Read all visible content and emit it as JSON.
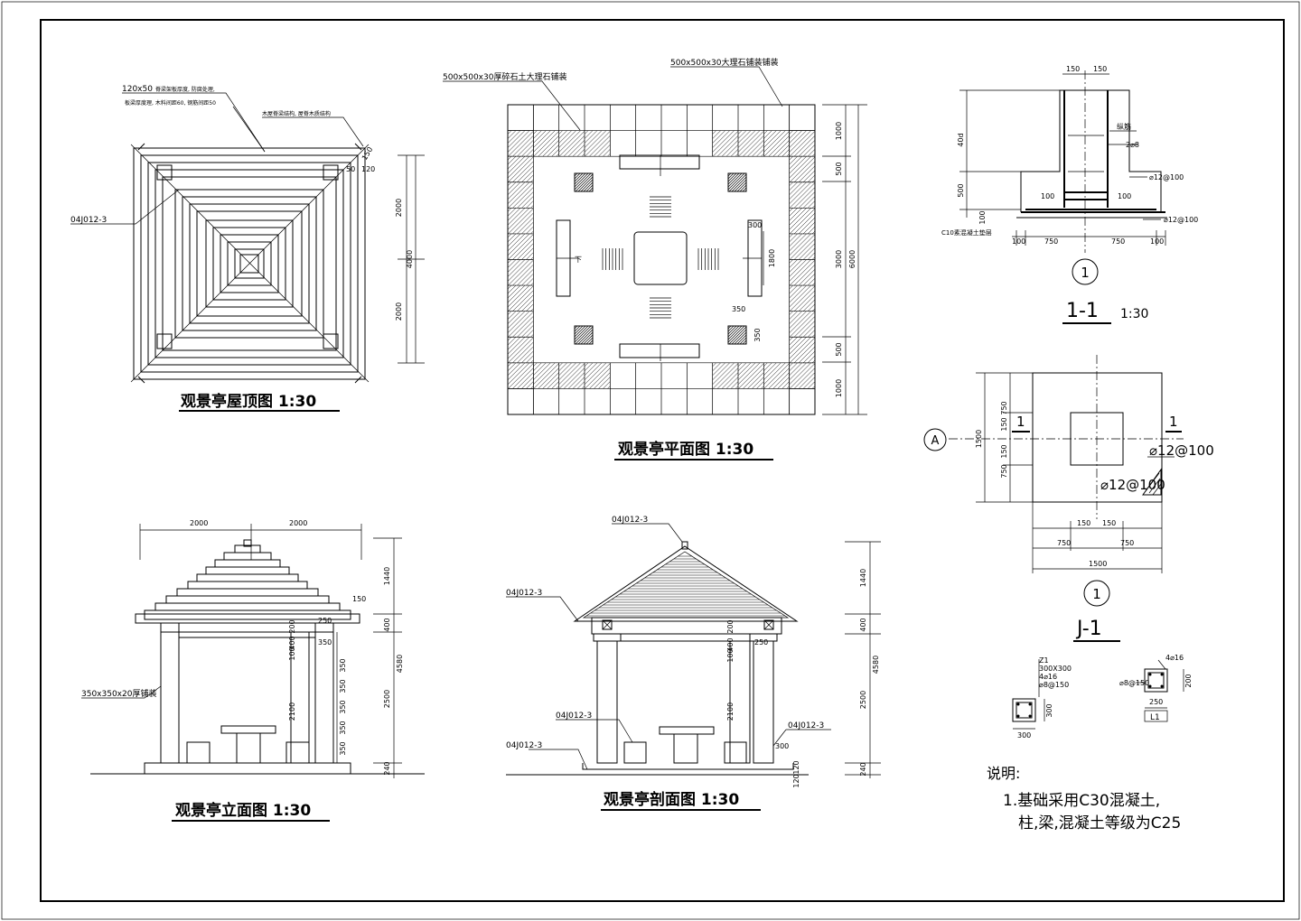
{
  "titles": {
    "roof": "观景亭屋顶图 1:30",
    "plan": "观景亭平面图 1:30",
    "elevation": "观景亭立面图 1:30",
    "section": "观景亭剖面图 1:30",
    "sec11": "1-1",
    "sec11_scale": "1:30",
    "j1": "J-1"
  },
  "roof": {
    "note1": "120x50",
    "note1b": "脊梁架板厚度, 防腐处理,",
    "note2": "板梁厚度理, 木料间距60, 钢筋间距50",
    "note3": "木屋脊梁结构, 屋脊木质结构",
    "ref": "04J012-3",
    "dims_v": [
      "2000",
      "4000",
      "2000"
    ],
    "dim_50": "50",
    "dim_120": "120",
    "dim_150": "150"
  },
  "plan": {
    "note_left": "500x500x30厚碎石土大理石铺装",
    "note_right": "500x500x30大理石铺装铺装",
    "dims_v": [
      "1000",
      "500",
      "3000",
      "6000",
      "500",
      "1000"
    ],
    "dim_300": "300",
    "dim_1800": "1800",
    "dim_350a": "350",
    "dim_350b": "350",
    "arrow_down": "下"
  },
  "section11": {
    "dims_top": [
      "150",
      "150"
    ],
    "dim_40d": "40d",
    "dim_500": "500",
    "dim_100": "100",
    "rebar1": "纵筋",
    "rebar2": "2⌀8",
    "rebar3": "⌀12@100",
    "rebar4": "⌀12@100",
    "d100a": "100",
    "d100b": "100",
    "base_note": "C10素混凝土垫层",
    "dims_bottom": [
      "100",
      "750",
      "750",
      "100"
    ],
    "circle": "1"
  },
  "j1": {
    "axis": "A",
    "dims_left": [
      "750",
      "150",
      "150",
      "750"
    ],
    "dim_1500v": "1500",
    "cut_l": "1",
    "cut_r": "1",
    "rebar_a": "⌀12@100",
    "rebar_b": "⌀12@100",
    "dims_bottom1": [
      "150",
      "150"
    ],
    "dims_bottom2": [
      "750",
      "750"
    ],
    "dim_1500": "1500",
    "circle": "1"
  },
  "elevation": {
    "dims_top": [
      "2000",
      "2000"
    ],
    "dims_right": [
      "1440",
      "400",
      "4580",
      "2500",
      "240"
    ],
    "dim_150": "150",
    "dim_250": "250",
    "dim_350x": "350",
    "col_dims": [
      "200",
      "400",
      "100",
      "350",
      "350",
      "350",
      "350",
      "350"
    ],
    "col_2100": "2100",
    "note": "350x350x20厚铺装"
  },
  "section": {
    "ref_top": "04J012-3",
    "ref_left": "04J012-3",
    "ref_mid": "04J012-3",
    "ref_bottom": "04J012-3",
    "ref_right": "04J012-3",
    "dims_right": [
      "1440",
      "400",
      "4580",
      "2500",
      "240"
    ],
    "dims_inner": [
      "200",
      "400",
      "100",
      "2100",
      "250",
      "300",
      "120",
      "120"
    ]
  },
  "columns": {
    "z1_name": "Z1",
    "z1_size": "300X300",
    "z1_bar": "4⌀16",
    "z1_stir": "⌀8@150",
    "z1_dim_v": "300",
    "z1_dim_h": "300",
    "l1_bar": "4⌀16",
    "l1_stir": "⌀8@150",
    "l1_dim_v": "200",
    "l1_dim_h": "250",
    "l1_name": "L1"
  },
  "notes": {
    "title": "说明:",
    "line1": "1.基础采用C30混凝土,",
    "line2": "柱,梁,混凝土等级为C25"
  }
}
